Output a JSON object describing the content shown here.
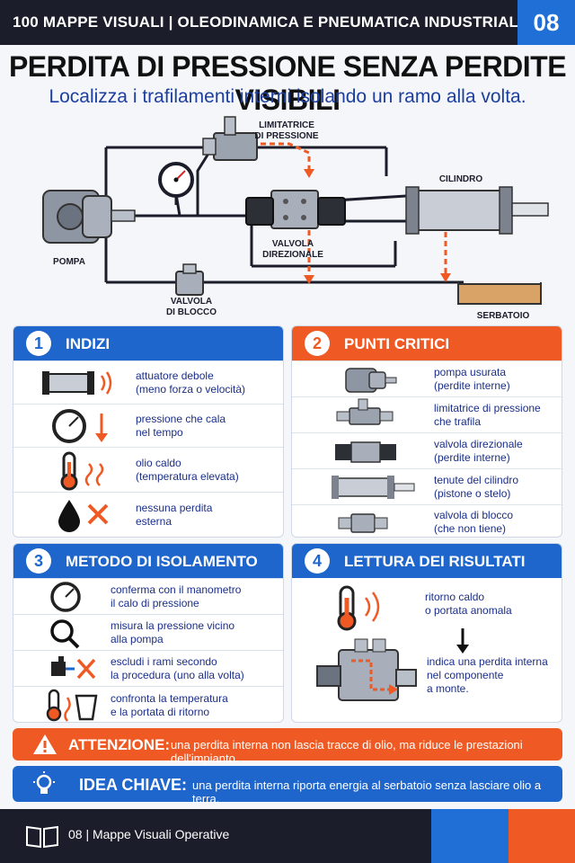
{
  "header": {
    "series": "100 MAPPE VISUALI | OLEODINAMICA E PNEUMATICA INDUSTRIALE",
    "number": "08"
  },
  "title": "PERDITA DI PRESSIONE SENZA PERDITE VISIBILI",
  "subtitle": "Localizza i trafilamenti interni isolando un ramo alla volta.",
  "diagram": {
    "pump": "POMPA",
    "relief": "LIMITATRICE\nDI PRESSIONE",
    "valve": "VALVOLA\nDIREZIONALE",
    "cylinder": "CILINDRO",
    "block_valve": "VALVOLA\nDI BLOCCO",
    "tank": "SERBATOIO"
  },
  "panels": {
    "indizi": {
      "number": "1",
      "title": "INDIZI",
      "items": [
        {
          "text": "attuatore debole\n(meno forza o velocità)",
          "icon": "weak-actuator-icon"
        },
        {
          "text": "pressione che cala\nnel tempo",
          "icon": "gauge-dropping-icon"
        },
        {
          "text": "olio caldo\n(temperatura elevata)",
          "icon": "thermometer-hot-icon"
        },
        {
          "text": "nessuna perdita\nesterna",
          "icon": "no-drop-icon"
        }
      ]
    },
    "punti": {
      "number": "2",
      "title": "PUNTI CRITICI",
      "items": [
        {
          "text": "pompa usurata\n(perdite interne)",
          "icon": "pump-icon"
        },
        {
          "text": "limitatrice di pressione\nche trafila",
          "icon": "relief-valve-icon"
        },
        {
          "text": "valvola direzionale\n(perdite interne)",
          "icon": "directional-valve-icon"
        },
        {
          "text": "tenute del cilindro\n(pistone o stelo)",
          "icon": "cylinder-icon"
        },
        {
          "text": "valvola di blocco\n(che non tiene)",
          "icon": "block-valve-icon"
        }
      ]
    },
    "metodo": {
      "number": "3",
      "title": "METODO DI ISOLAMENTO",
      "items": [
        {
          "text": "conferma con il manometro\nil calo di pressione",
          "icon": "gauge-icon"
        },
        {
          "text": "misura la pressione vicino\nalla pompa",
          "icon": "magnifier-icon"
        },
        {
          "text": "escludi i rami secondo\nla procedura (uno alla volta)",
          "icon": "isolate-branch-icon"
        },
        {
          "text": "confronta la temperatura\ne la portata di ritorno",
          "icon": "temp-flow-icon"
        }
      ]
    },
    "lettura": {
      "number": "4",
      "title": "LETTURA DEI RISULTATI",
      "top_text": "ritorno caldo\no portata anomala",
      "bottom_text": "indica una perdita interna\nnel componente\na monte."
    }
  },
  "warning": {
    "label": "ATTENZIONE:",
    "text": "una perdita interna non lascia tracce di olio, ma riduce le prestazioni dell'impianto."
  },
  "key": {
    "label": "IDEA CHIAVE:",
    "text": "una perdita interna riporta energia al serbatoio senza lasciare olio a terra."
  },
  "footer": {
    "text": "08 | Mappe Visuali Operative"
  },
  "colors": {
    "blue": "#1e66cc",
    "orange": "#ef5a24",
    "dark": "#1b1e2a",
    "text_blue": "#1a2e8a"
  }
}
